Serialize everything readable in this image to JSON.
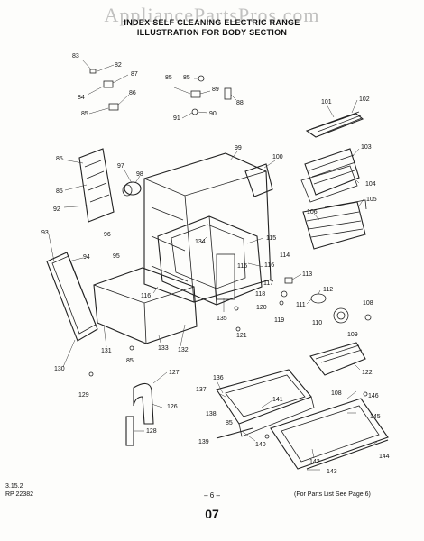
{
  "header": {
    "watermark": "AppliancePartsPros.com",
    "title_line1": "INDEX SELF CLEANING ELECTRIC RANGE",
    "title_line2": "ILLUSTRATION FOR BODY SECTION"
  },
  "parts": [
    "82",
    "83",
    "84",
    "85",
    "86",
    "87",
    "88",
    "89",
    "90",
    "91",
    "92",
    "93",
    "94",
    "95",
    "96",
    "97",
    "98",
    "99",
    "100",
    "101",
    "102",
    "103",
    "104",
    "105",
    "106",
    "108",
    "109",
    "110",
    "111",
    "112",
    "113",
    "114",
    "115",
    "116",
    "117",
    "118",
    "119",
    "120",
    "121",
    "122",
    "126",
    "127",
    "128",
    "129",
    "130",
    "131",
    "132",
    "133",
    "134",
    "135",
    "136",
    "137",
    "138",
    "139",
    "140",
    "141",
    "142",
    "143",
    "144",
    "145",
    "146"
  ],
  "footer": {
    "date": "3.15.2",
    "code": "RP 22382",
    "page": "– 6 –",
    "note": "(For Parts List See Page 6)",
    "number": "07"
  }
}
